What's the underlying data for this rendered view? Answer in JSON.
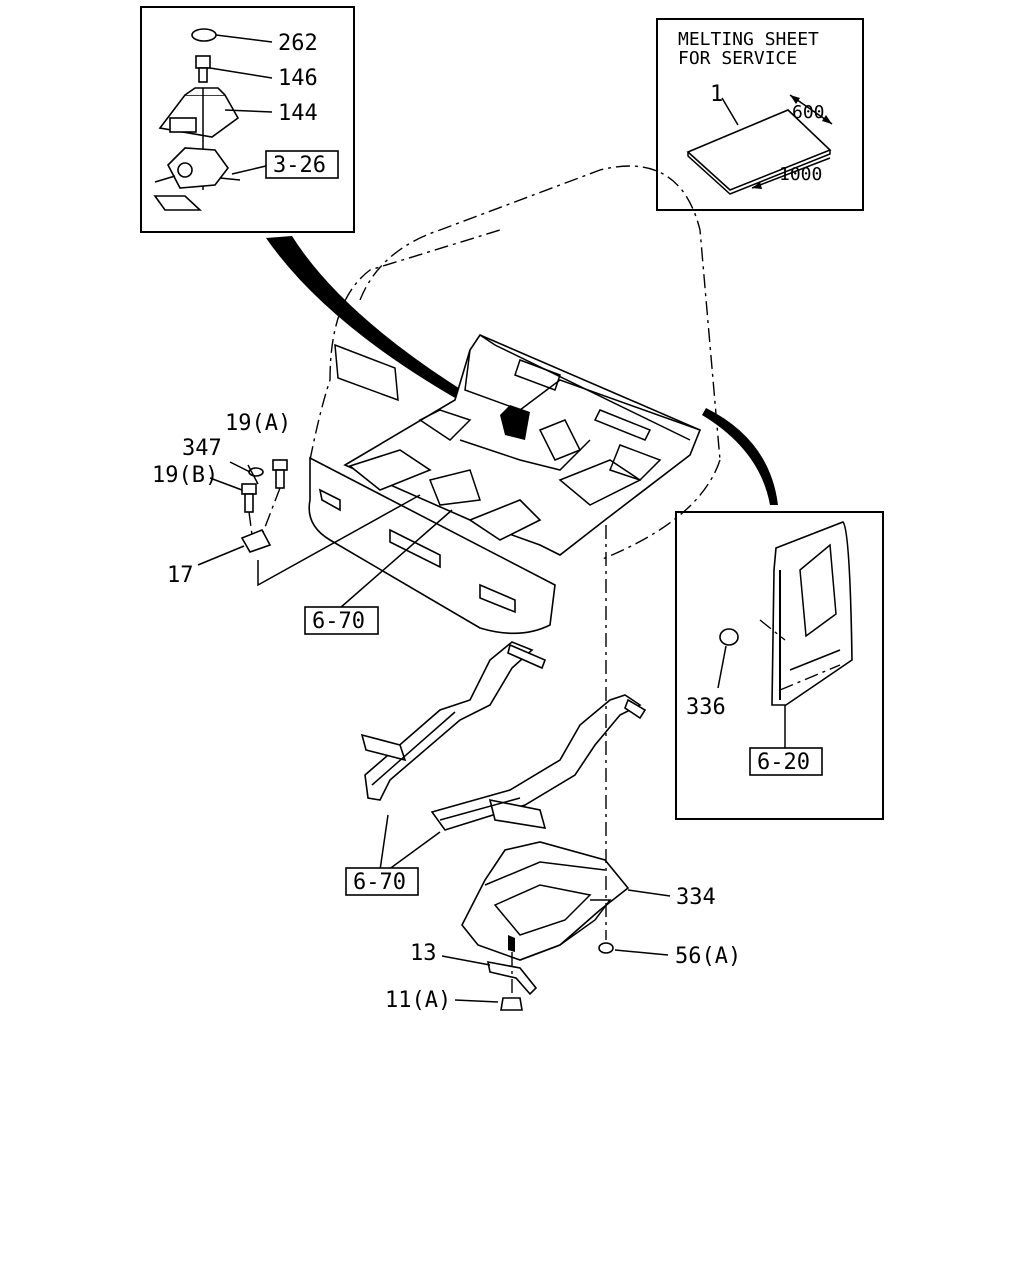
{
  "inset_shift": {
    "labels": [
      "262",
      "146",
      "144"
    ],
    "ref": "3-26"
  },
  "inset_sheet": {
    "title_line1": "MELTING SHEET",
    "title_line2": "FOR SERVICE",
    "part": "1",
    "dim_width": "600",
    "dim_length": "1000"
  },
  "inset_side": {
    "part": "336",
    "ref": "6-20"
  },
  "main_labels": {
    "bolt_a": "19(A)",
    "washer": "347",
    "bolt_b": "19(B)",
    "bracket": "17",
    "ref_floor": "6-70",
    "ref_frame": "6-70",
    "cover": "334",
    "clip": "13",
    "nut": "11(A)",
    "grommet": "56(A)"
  }
}
